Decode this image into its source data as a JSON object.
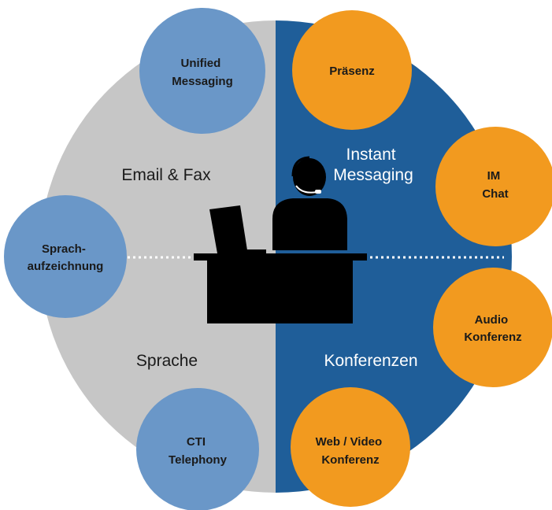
{
  "regions": {
    "email_fax": "Email & Fax",
    "sprache": "Sprache",
    "instant_messaging": [
      "Instant",
      "Messaging"
    ],
    "konferenzen": "Konferenzen"
  },
  "circles": {
    "unified_messaging": [
      "Unified",
      "Messaging"
    ],
    "sprachaufzeichnung": [
      "Sprach-",
      "aufzeichnung"
    ],
    "cti_telephony": [
      "CTI",
      "Telephony"
    ],
    "praesenz": [
      "Präsenz"
    ],
    "im_chat": [
      "IM",
      "Chat"
    ],
    "audio_konferenz": [
      "Audio",
      "Konferenz"
    ],
    "web_video_konferenz": [
      "Web / Video",
      "Konferenz"
    ]
  },
  "colors": {
    "left_half": "#c6c6c6",
    "right_half": "#1f5e99",
    "blue_circle": "#6a97c8",
    "orange_circle": "#f29a1f",
    "text_dark": "#1a1a1a",
    "text_light": "#ffffff",
    "silhouette": "#000000"
  },
  "icons": {
    "person": "person-with-headset-icon",
    "laptop": "laptop-icon",
    "desk": "desk-icon"
  }
}
